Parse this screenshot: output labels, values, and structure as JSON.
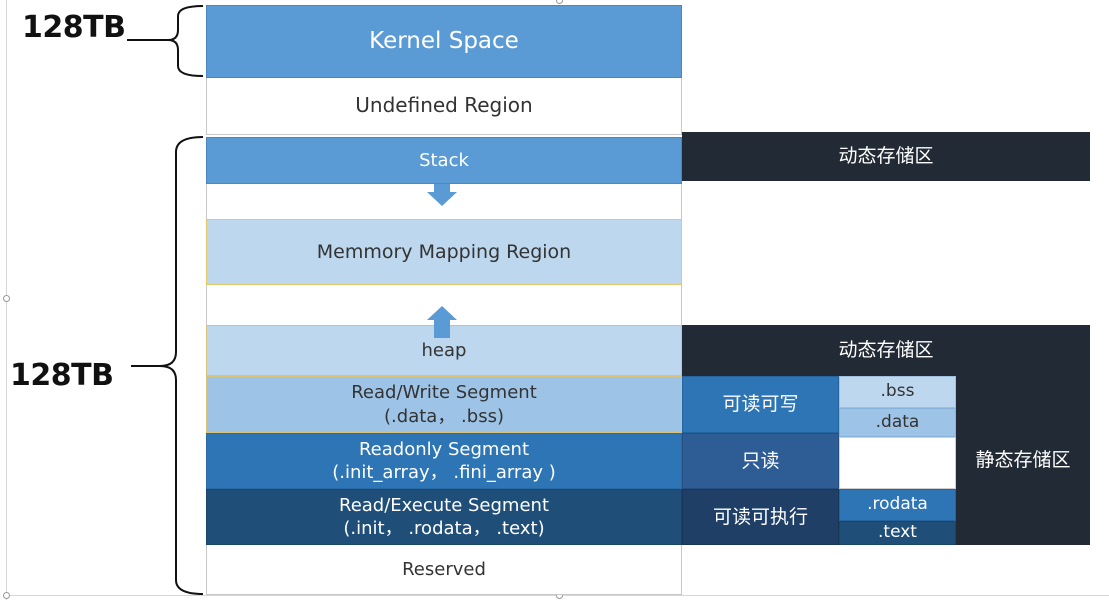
{
  "labels": {
    "top_size": "128TB",
    "bottom_size": "128TB"
  },
  "regions": {
    "kernel": "Kernel Space",
    "undefined": "Undefined Region",
    "stack": "Stack",
    "mmap": "Memmory Mapping Region",
    "heap": "heap",
    "rw_title": "Read/Write Segment",
    "rw_sub": "(.data， .bss)",
    "ro_title": "Readonly Segment",
    "ro_sub": "(.init_array，  .fini_array )",
    "rx_title": "Read/Execute Segment",
    "rx_sub": "(.init， .rodata， .text)",
    "reserved": "Reserved"
  },
  "storage": {
    "dynamic_top": "动态存储区",
    "dynamic_heap": "动态存储区",
    "rw": "可读可写",
    "ro": "只读",
    "rx": "可读可执行",
    "static": "静态存储区"
  },
  "sections": {
    "bss": ".bss",
    "data": ".data",
    "rodata": ".rodata",
    "text": ".text"
  },
  "colors": {
    "kernel": "#5b9bd5",
    "stack": "#5b9bd5",
    "light_blue": "#bdd7ee",
    "rw_segment": "#9dc3e6",
    "readonly": "#2e75b6",
    "read_exec": "#1f4e79",
    "dark_panel": "#222a35",
    "tag_rw": "#2e75b6",
    "tag_ro": "#2e5c94",
    "tag_rx": "#1f3f66"
  }
}
